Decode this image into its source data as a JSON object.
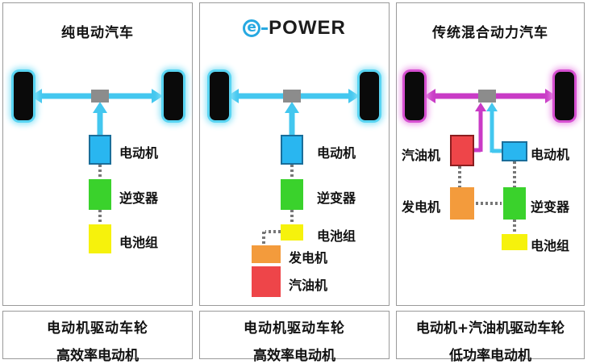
{
  "panels": [
    {
      "title": "纯电动汽车",
      "labels": {
        "motor": "电动机",
        "inverter": "逆变器",
        "battery": "电池组"
      }
    },
    {
      "logo": {
        "e": "e",
        "text": "POWER"
      },
      "labels": {
        "motor": "电动机",
        "inverter": "逆变器",
        "battery": "电池组",
        "generator": "发电机",
        "engine": "汽油机"
      }
    },
    {
      "title": "传统混合动力汽车",
      "labels": {
        "engine": "汽油机",
        "motor": "电动机",
        "generator": "发电机",
        "inverter": "逆变器",
        "battery": "电池组"
      }
    }
  ],
  "captions": [
    {
      "main": "电动机驱动车轮",
      "sub": "高效率电动机"
    },
    {
      "main": "电动机驱动车轮",
      "sub": "高效率电动机"
    },
    {
      "main": "电动机+汽油机驱动车轮",
      "sub": "低功率电动机"
    }
  ],
  "colors": {
    "motor": "#29b6f0",
    "inverter": "#3ad22c",
    "battery": "#f6f20c",
    "generator": "#f39b3c",
    "engine": "#ee4549",
    "arrow_blue": "#43c7ef",
    "arrow_purple": "#c93bc6",
    "hub": "#8c8c8c"
  }
}
